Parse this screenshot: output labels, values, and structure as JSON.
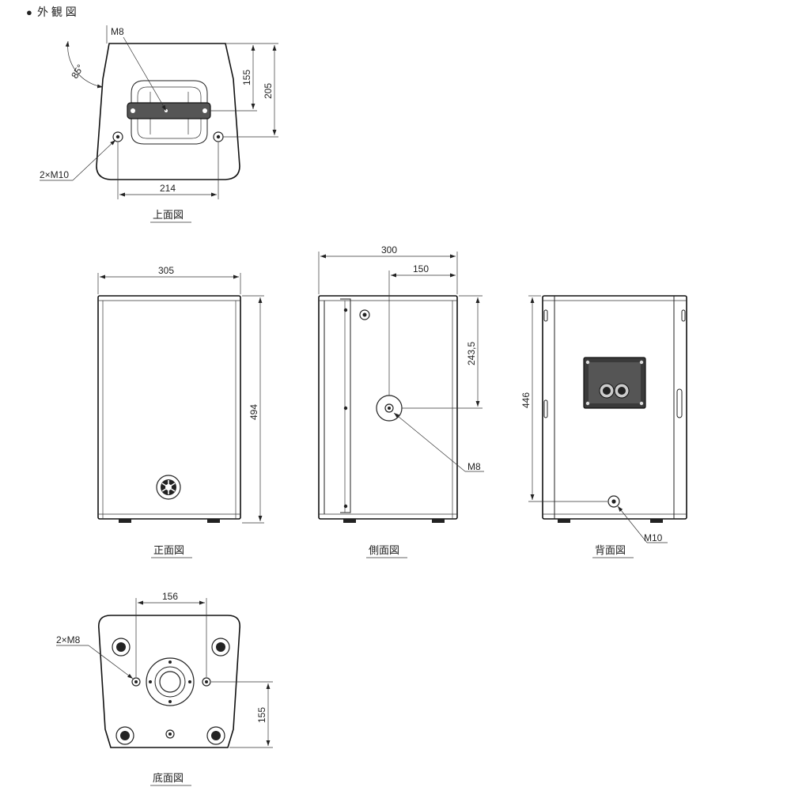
{
  "header": {
    "bullet": "●",
    "title": "外 観 図"
  },
  "views": {
    "top": {
      "caption": "上面図",
      "m8": "M8",
      "angle": "85°",
      "d155": "155",
      "d205": "205",
      "holes": "2×M10",
      "d214": "214"
    },
    "front": {
      "caption": "正面図",
      "d305": "305",
      "d494": "494"
    },
    "side": {
      "caption": "側面図",
      "d300": "300",
      "d150": "150",
      "d243": "243,5",
      "m8": "M8"
    },
    "back": {
      "caption": "背面図",
      "d446": "446",
      "m10": "M10"
    },
    "bottom": {
      "caption": "底面図",
      "d156": "156",
      "holes": "2×M8",
      "d155": "155"
    }
  }
}
